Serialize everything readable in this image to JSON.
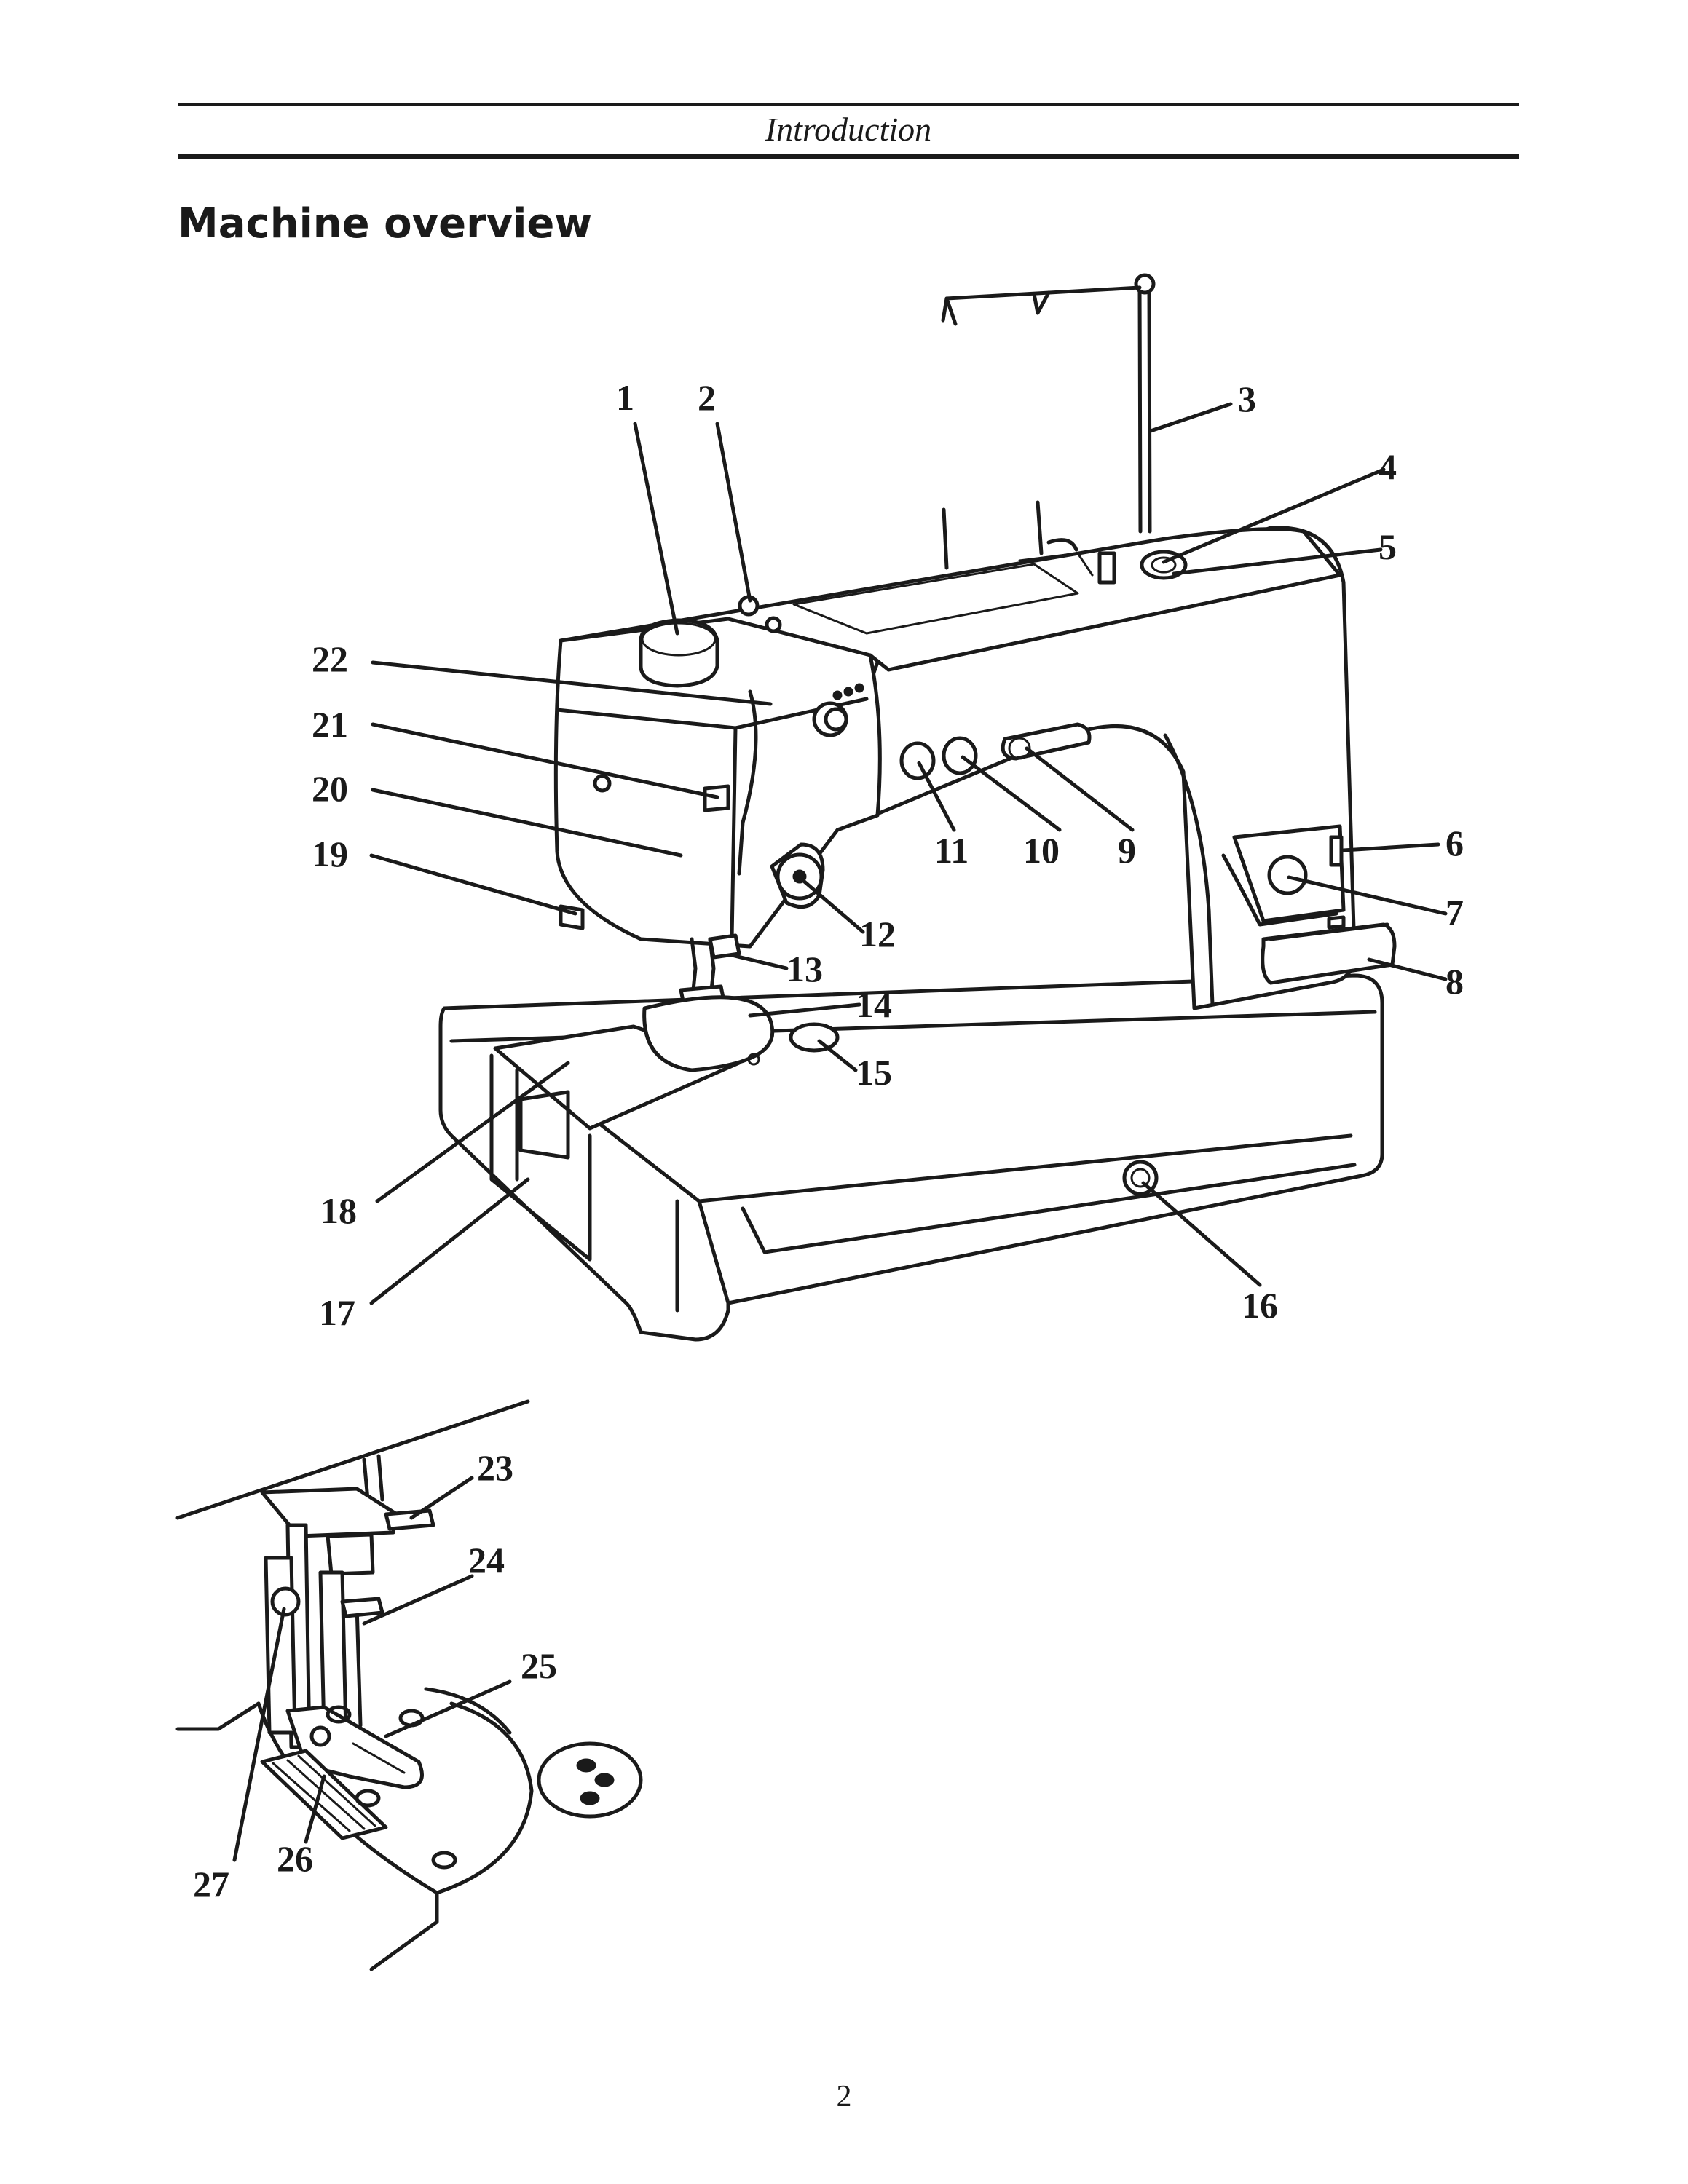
{
  "header": {
    "section": "Introduction"
  },
  "title": "Machine overview",
  "page_number": "2",
  "callouts": [
    "1",
    "2",
    "3",
    "4",
    "5",
    "6",
    "7",
    "8",
    "9",
    "10",
    "11",
    "12",
    "13",
    "14",
    "15",
    "16",
    "17",
    "18",
    "19",
    "20",
    "21",
    "22",
    "23",
    "24",
    "25",
    "26",
    "27"
  ]
}
